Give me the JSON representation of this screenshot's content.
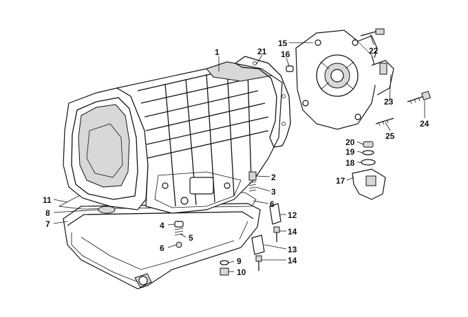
{
  "diagram": {
    "callouts": [
      {
        "id": "c1",
        "text": "1"
      },
      {
        "id": "c2",
        "text": "2"
      },
      {
        "id": "c3",
        "text": "3"
      },
      {
        "id": "c4",
        "text": "4"
      },
      {
        "id": "c5",
        "text": "5"
      },
      {
        "id": "c6a",
        "text": "6"
      },
      {
        "id": "c6b",
        "text": "6"
      },
      {
        "id": "c7",
        "text": "7"
      },
      {
        "id": "c8",
        "text": "8"
      },
      {
        "id": "c9",
        "text": "9"
      },
      {
        "id": "c10",
        "text": "10"
      },
      {
        "id": "c11",
        "text": "11"
      },
      {
        "id": "c12",
        "text": "12"
      },
      {
        "id": "c13",
        "text": "13"
      },
      {
        "id": "c14a",
        "text": "14"
      },
      {
        "id": "c14b",
        "text": "14"
      },
      {
        "id": "c15",
        "text": "15"
      },
      {
        "id": "c16",
        "text": "16"
      },
      {
        "id": "c17",
        "text": "17"
      },
      {
        "id": "c18",
        "text": "18"
      },
      {
        "id": "c19",
        "text": "19"
      },
      {
        "id": "c20",
        "text": "20"
      },
      {
        "id": "c21",
        "text": "21"
      },
      {
        "id": "c22",
        "text": "22"
      },
      {
        "id": "c23",
        "text": "23"
      },
      {
        "id": "c24",
        "text": "24"
      },
      {
        "id": "c25",
        "text": "25"
      }
    ]
  }
}
